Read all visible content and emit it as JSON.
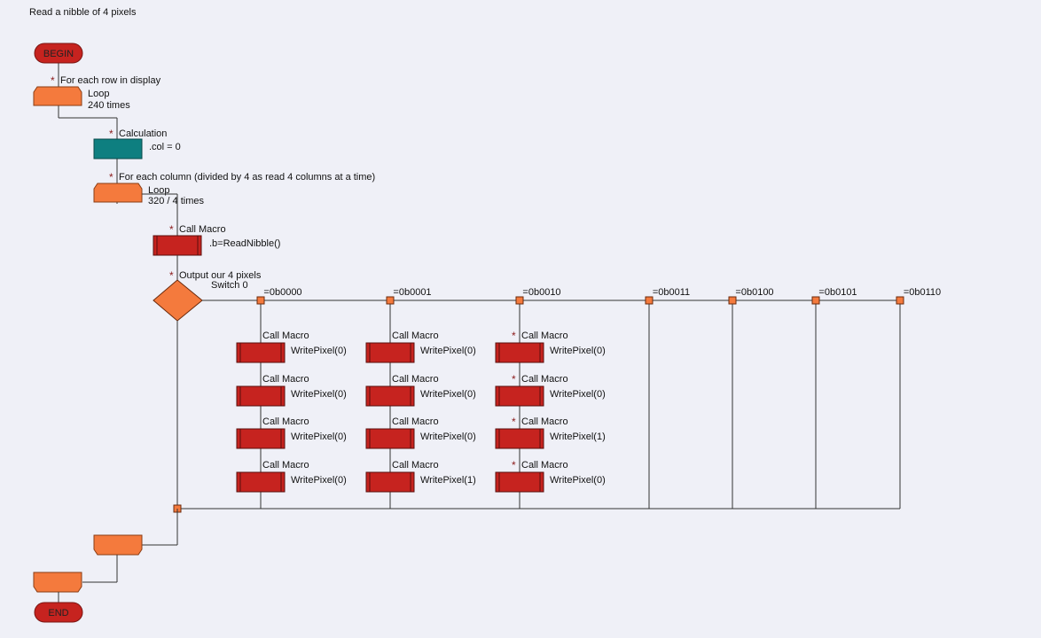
{
  "title": "Read a nibble of 4 pixels",
  "colors": {
    "background": "#eff0f7",
    "terminal": "#c6231f",
    "loop": "#f47a3d",
    "calculation": "#0e7f80",
    "macro": "#c6231f",
    "decision": "#f47a3d",
    "connector": "#f47a3d",
    "line": "#333333",
    "star": "#8b1a1a"
  },
  "begin_label": "BEGIN",
  "end_label": "END",
  "outer_loop": {
    "comment": "For each row in display",
    "label": "Loop",
    "count": "240 times"
  },
  "calc": {
    "comment": "Calculation",
    "expr": ".col = 0"
  },
  "inner_loop": {
    "comment": "For each column (divided by 4 as read 4 columns at a time)",
    "label": "Loop",
    "count": "320 / 4 times"
  },
  "read_macro": {
    "comment": "Call Macro",
    "expr": ".b=ReadNibble()"
  },
  "switch": {
    "comment": "Output our 4 pixels",
    "label": "Switch 0",
    "cases": [
      {
        "label": "=0b0000",
        "calls": [
          {
            "title": "Call Macro",
            "expr": "WritePixel(0)",
            "starred": false
          },
          {
            "title": "Call Macro",
            "expr": "WritePixel(0)",
            "starred": false
          },
          {
            "title": "Call Macro",
            "expr": "WritePixel(0)",
            "starred": false
          },
          {
            "title": "Call Macro",
            "expr": "WritePixel(0)",
            "starred": false
          }
        ]
      },
      {
        "label": "=0b0001",
        "calls": [
          {
            "title": "Call Macro",
            "expr": "WritePixel(0)",
            "starred": false
          },
          {
            "title": "Call Macro",
            "expr": "WritePixel(0)",
            "starred": false
          },
          {
            "title": "Call Macro",
            "expr": "WritePixel(0)",
            "starred": false
          },
          {
            "title": "Call Macro",
            "expr": "WritePixel(1)",
            "starred": false
          }
        ]
      },
      {
        "label": "=0b0010",
        "calls": [
          {
            "title": "Call Macro",
            "expr": "WritePixel(0)",
            "starred": true
          },
          {
            "title": "Call Macro",
            "expr": "WritePixel(0)",
            "starred": true
          },
          {
            "title": "Call Macro",
            "expr": "WritePixel(1)",
            "starred": true
          },
          {
            "title": "Call Macro",
            "expr": "WritePixel(0)",
            "starred": true
          }
        ]
      },
      {
        "label": "=0b0011",
        "calls": []
      },
      {
        "label": "=0b0100",
        "calls": []
      },
      {
        "label": "=0b0101",
        "calls": []
      },
      {
        "label": "=0b0110",
        "calls": []
      }
    ]
  },
  "comment_marker": "*"
}
